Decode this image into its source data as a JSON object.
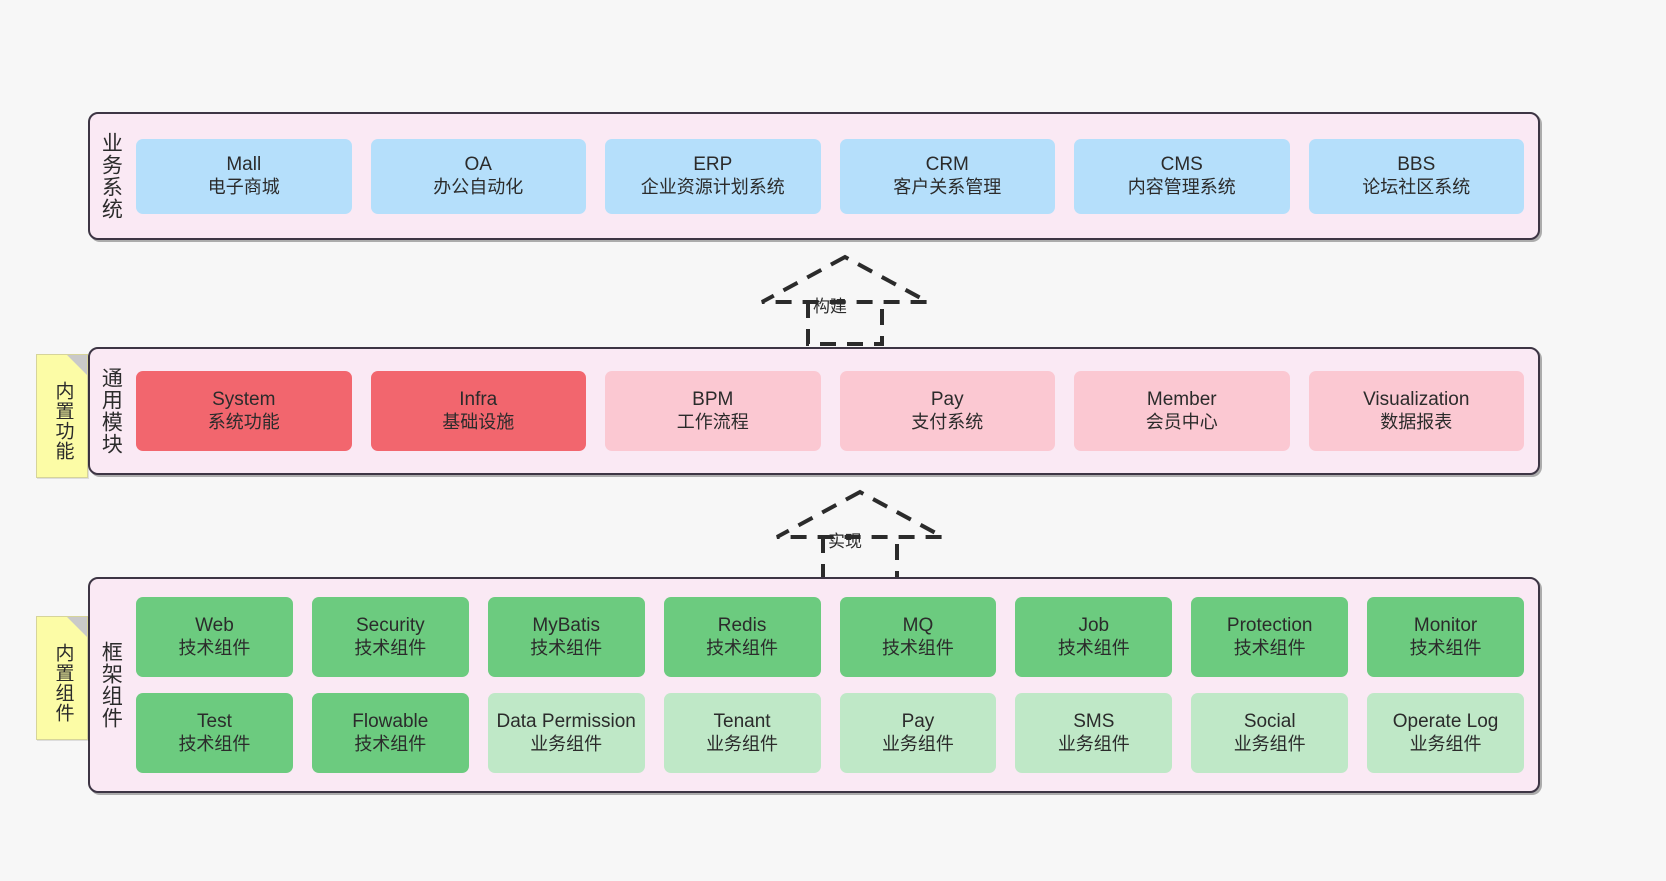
{
  "diagram": {
    "background_color": "#f7f7f7",
    "panel_color": "#fae9f4",
    "panel_border_color": "#3d3544"
  },
  "layers": {
    "business": {
      "title": "业务系统",
      "card_color": "#b5dffb",
      "cards": [
        {
          "en": "Mall",
          "cn": "电子商城"
        },
        {
          "en": "OA",
          "cn": "办公自动化"
        },
        {
          "en": "ERP",
          "cn": "企业资源计划系统"
        },
        {
          "en": "CRM",
          "cn": "客户关系管理"
        },
        {
          "en": "CMS",
          "cn": "内容管理系统"
        },
        {
          "en": "BBS",
          "cn": "论坛社区系统"
        }
      ]
    },
    "modules": {
      "title": "通用模块",
      "card_color_primary": "#f2666e",
      "card_color_secondary": "#fbc8d2",
      "cards": [
        {
          "en": "System",
          "cn": "系统功能",
          "emphasis": "strong"
        },
        {
          "en": "Infra",
          "cn": "基础设施",
          "emphasis": "strong"
        },
        {
          "en": "BPM",
          "cn": "工作流程",
          "emphasis": "light"
        },
        {
          "en": "Pay",
          "cn": "支付系统",
          "emphasis": "light"
        },
        {
          "en": "Member",
          "cn": "会员中心",
          "emphasis": "light"
        },
        {
          "en": "Visualization",
          "cn": "数据报表",
          "emphasis": "light"
        }
      ]
    },
    "framework": {
      "title": "框架组件",
      "card_color_primary": "#6ccb7f",
      "card_color_secondary": "#bfe8c7",
      "row_one": [
        {
          "en": "Web",
          "cn": "技术组件",
          "emphasis": "strong"
        },
        {
          "en": "Security",
          "cn": "技术组件",
          "emphasis": "strong"
        },
        {
          "en": "MyBatis",
          "cn": "技术组件",
          "emphasis": "strong"
        },
        {
          "en": "Redis",
          "cn": "技术组件",
          "emphasis": "strong"
        },
        {
          "en": "MQ",
          "cn": "技术组件",
          "emphasis": "strong"
        },
        {
          "en": "Job",
          "cn": "技术组件",
          "emphasis": "strong"
        },
        {
          "en": "Protection",
          "cn": "技术组件",
          "emphasis": "strong"
        },
        {
          "en": "Monitor",
          "cn": "技术组件",
          "emphasis": "strong"
        }
      ],
      "row_two": [
        {
          "en": "Test",
          "cn": "技术组件",
          "emphasis": "strong"
        },
        {
          "en": "Flowable",
          "cn": "技术组件",
          "emphasis": "strong"
        },
        {
          "en": "Data Permission",
          "cn": "业务组件",
          "emphasis": "light"
        },
        {
          "en": "Tenant",
          "cn": "业务组件",
          "emphasis": "light"
        },
        {
          "en": "Pay",
          "cn": "业务组件",
          "emphasis": "light"
        },
        {
          "en": "SMS",
          "cn": "业务组件",
          "emphasis": "light"
        },
        {
          "en": "Social",
          "cn": "业务组件",
          "emphasis": "light"
        },
        {
          "en": "Operate Log",
          "cn": "业务组件",
          "emphasis": "light"
        }
      ]
    }
  },
  "notes": [
    {
      "id": "builtin-features",
      "text": "内置功能",
      "color": "#fcfca6"
    },
    {
      "id": "builtin-components",
      "text": "内置组件",
      "color": "#fcfca6"
    }
  ],
  "relations": [
    {
      "id": "build",
      "label": "构建",
      "style": "dashed-generalization"
    },
    {
      "id": "implement",
      "label": "实现",
      "style": "dashed-generalization"
    }
  ]
}
